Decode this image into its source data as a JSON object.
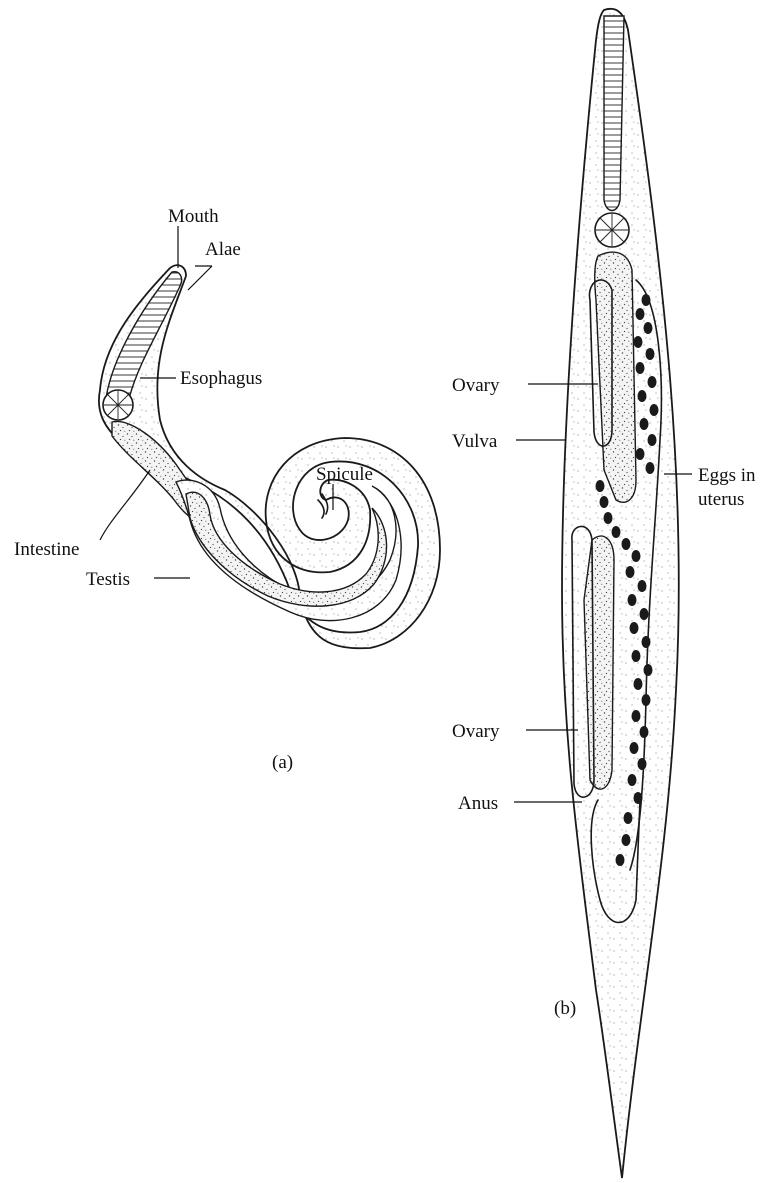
{
  "figure_a": {
    "caption": "(a)",
    "labels": {
      "mouth": "Mouth",
      "alae": "Alae",
      "esophagus": "Esophagus",
      "intestine": "Intestine",
      "spicule": "Spicule",
      "testis": "Testis"
    }
  },
  "figure_b": {
    "caption": "(b)",
    "labels": {
      "ovary_upper": "Ovary",
      "vulva": "Vulva",
      "eggs_line1": "Eggs in",
      "eggs_line2": "uterus",
      "ovary_lower": "Ovary",
      "anus": "Anus"
    }
  }
}
